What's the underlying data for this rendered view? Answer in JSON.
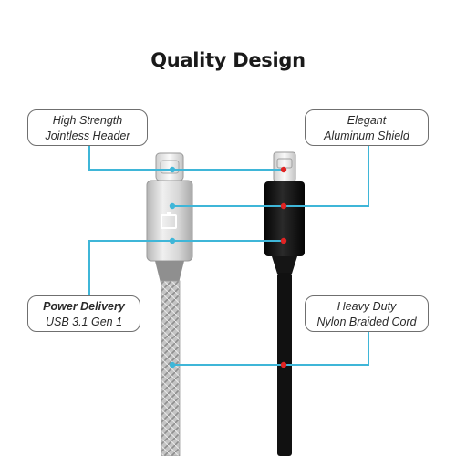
{
  "title": "Quality Design",
  "callouts": {
    "header": {
      "line1": "High Strength",
      "line2": "Jointless Header"
    },
    "shield": {
      "line1": "Elegant",
      "line2": "Aluminum Shield"
    },
    "power": {
      "line1": "Power Delivery",
      "line2": "USB 3.1 Gen 1"
    },
    "cord": {
      "line1": "Heavy Duty",
      "line2": "Nylon Braided Cord"
    }
  },
  "colors": {
    "leader_blue": "#3fb6d8",
    "marker_red": "#e02424",
    "silver_cable": "#c9c9c9",
    "black_cable": "#111111"
  }
}
